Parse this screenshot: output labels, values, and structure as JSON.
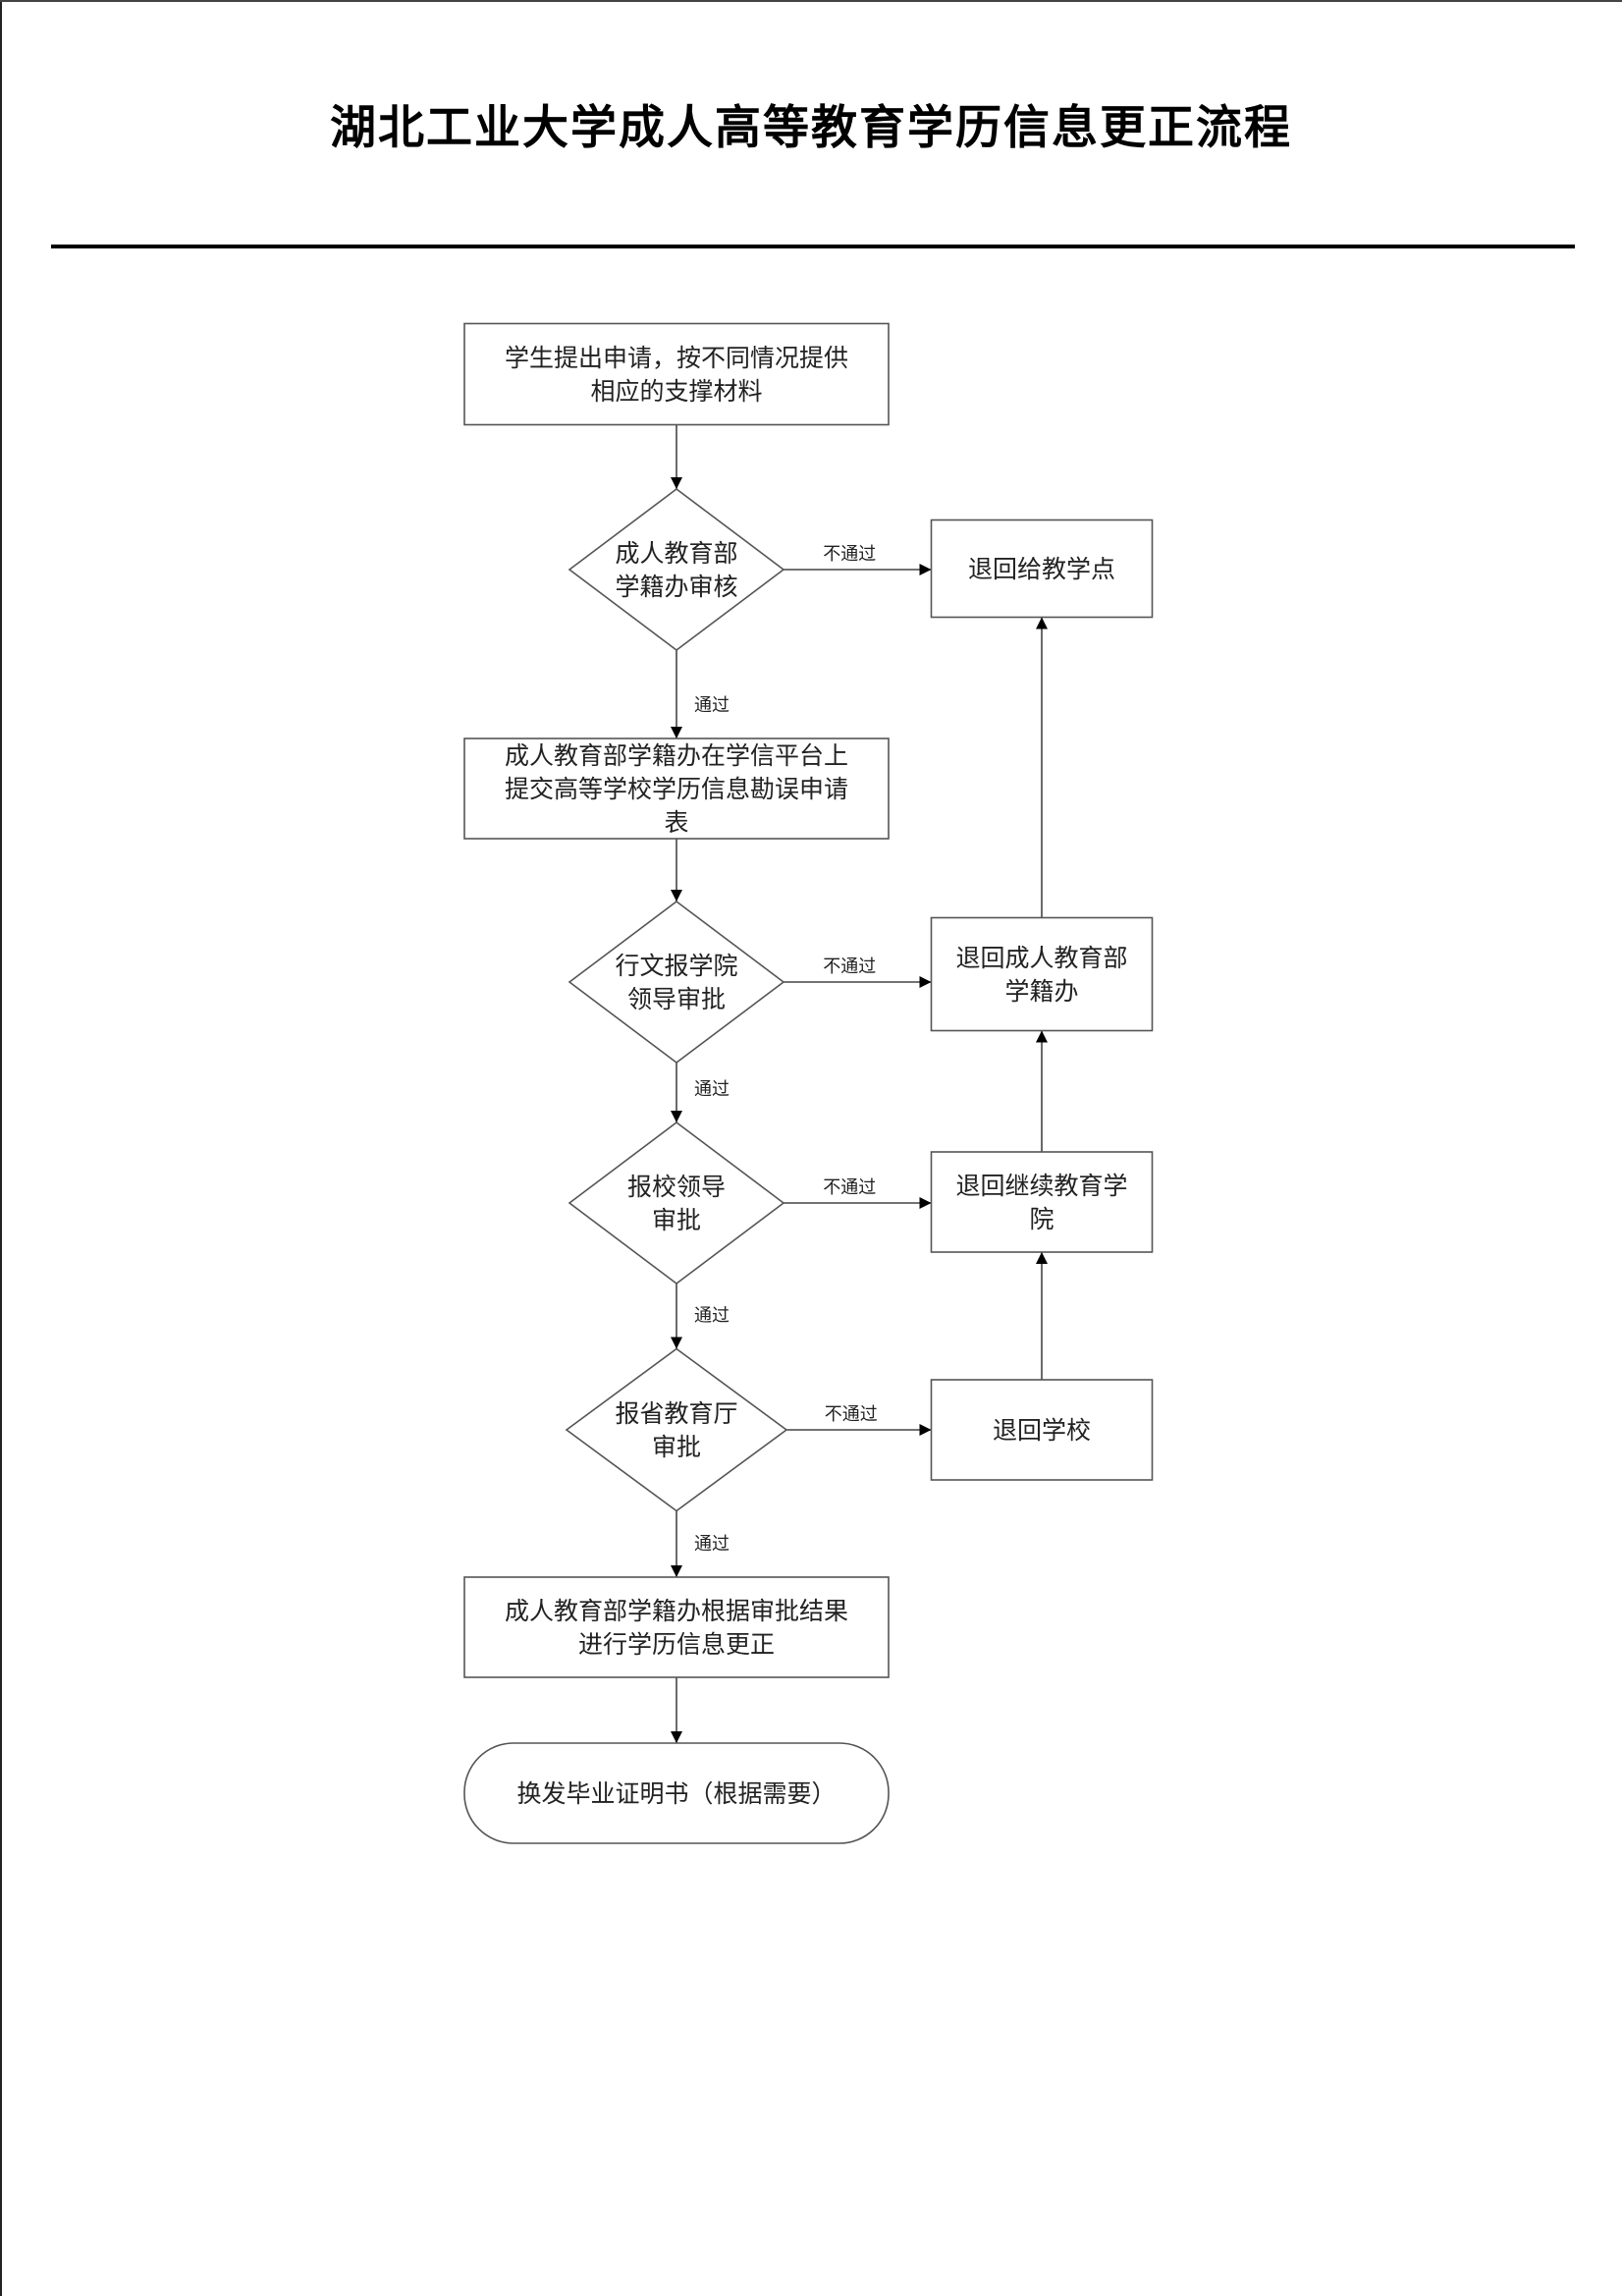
{
  "document": {
    "title": "湖北工业大学成人高等教育学历信息更正流程"
  },
  "flowchart": {
    "nodes": [
      {
        "id": "apply",
        "type": "process",
        "lines": [
          "学生提出申请，按不同情况提供",
          "相应的支撑材料"
        ]
      },
      {
        "id": "review1",
        "type": "decision",
        "lines": [
          "成人教育部",
          "学籍办审核"
        ]
      },
      {
        "id": "submit",
        "type": "process",
        "lines": [
          "成人教育部学籍办在学信平台上",
          "提交高等学校学历信息勘误申请",
          "表"
        ]
      },
      {
        "id": "review2",
        "type": "decision",
        "lines": [
          "行文报学院",
          "领导审批"
        ]
      },
      {
        "id": "review3",
        "type": "decision",
        "lines": [
          "报校领导",
          "审批"
        ]
      },
      {
        "id": "review4",
        "type": "decision",
        "lines": [
          "报省教育厅",
          "审批"
        ]
      },
      {
        "id": "correct",
        "type": "process",
        "lines": [
          "成人教育部学籍办根据审批结果",
          "进行学历信息更正"
        ]
      },
      {
        "id": "reissue",
        "type": "terminator",
        "lines": [
          "换发毕业证明书（根据需要）"
        ]
      },
      {
        "id": "return1",
        "type": "process",
        "lines": [
          "退回给教学点"
        ]
      },
      {
        "id": "return2",
        "type": "process",
        "lines": [
          "退回成人教育部",
          "学籍办"
        ]
      },
      {
        "id": "return3",
        "type": "process",
        "lines": [
          "退回继续教育学",
          "院"
        ]
      },
      {
        "id": "return4",
        "type": "process",
        "lines": [
          "退回学校"
        ]
      }
    ],
    "edges": [
      {
        "from": "apply",
        "to": "review1",
        "label": ""
      },
      {
        "from": "review1",
        "to": "submit",
        "label": "通过"
      },
      {
        "from": "review1",
        "to": "return1",
        "label": "不通过"
      },
      {
        "from": "submit",
        "to": "review2",
        "label": ""
      },
      {
        "from": "review2",
        "to": "review3",
        "label": "通过"
      },
      {
        "from": "review2",
        "to": "return2",
        "label": "不通过"
      },
      {
        "from": "review3",
        "to": "review4",
        "label": "通过"
      },
      {
        "from": "review3",
        "to": "return3",
        "label": "不通过"
      },
      {
        "from": "review4",
        "to": "correct",
        "label": "通过"
      },
      {
        "from": "review4",
        "to": "return4",
        "label": "不通过"
      },
      {
        "from": "correct",
        "to": "reissue",
        "label": ""
      },
      {
        "from": "return4",
        "to": "return3",
        "label": ""
      },
      {
        "from": "return3",
        "to": "return2",
        "label": ""
      },
      {
        "from": "return2",
        "to": "return1",
        "label": ""
      }
    ]
  }
}
